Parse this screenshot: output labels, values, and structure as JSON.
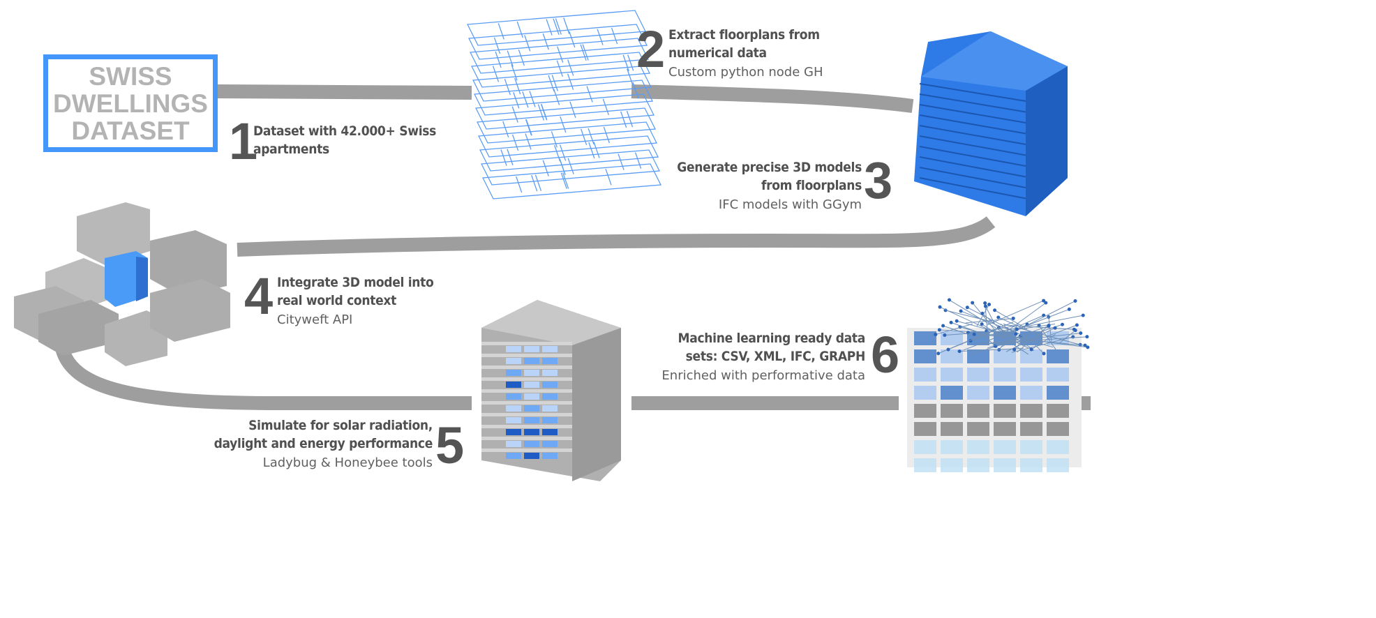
{
  "dataset_box": {
    "lines": [
      "SWISS",
      "DWELLINGS",
      "DATASET"
    ],
    "border_color": "#4497fa"
  },
  "steps": [
    {
      "number": "1",
      "title_lines": [
        "Dataset with 42.000+ Swiss",
        "apartments"
      ],
      "subtitle": ""
    },
    {
      "number": "2",
      "title_lines": [
        "Extract floorplans from",
        "numerical data"
      ],
      "subtitle": "Custom python node GH"
    },
    {
      "number": "3",
      "title_lines": [
        "Generate precise 3D models",
        "from floorplans"
      ],
      "subtitle": "IFC models with GGym"
    },
    {
      "number": "4",
      "title_lines": [
        "Integrate 3D model into",
        "real world context"
      ],
      "subtitle": "Cityweft API"
    },
    {
      "number": "5",
      "title_lines": [
        "Simulate for solar radiation,",
        "daylight and energy performance"
      ],
      "subtitle": "Ladybug & Honeybee tools"
    },
    {
      "number": "6",
      "title_lines": [
        "Machine learning ready data",
        "sets: CSV, XML, IFC, GRAPH"
      ],
      "subtitle": "Enriched with performative data"
    }
  ],
  "colors": {
    "connector": "#9e9e9e",
    "accent_blue": "#3d86f0",
    "text": "#505050"
  }
}
